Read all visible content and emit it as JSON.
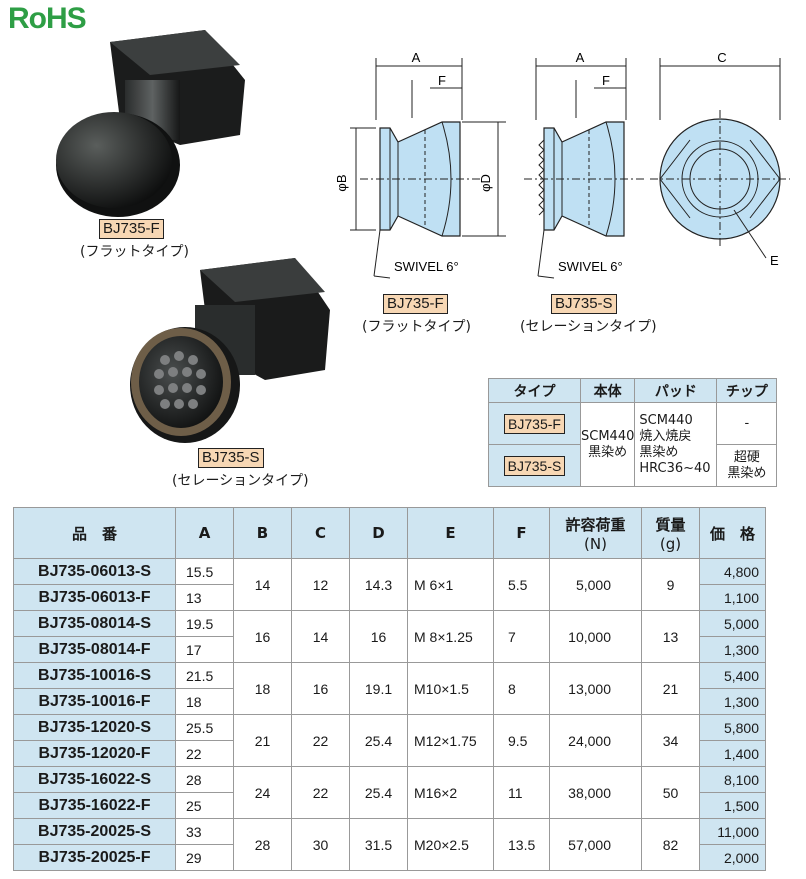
{
  "logo": {
    "text": "RoHS"
  },
  "photos": [
    {
      "code": "BJ735-F",
      "desc": "(フラットタイプ)"
    },
    {
      "code": "BJ735-S",
      "desc": "(セレーションタイプ)"
    }
  ],
  "drawing": {
    "dim_a": "A",
    "dim_f": "F",
    "dim_c": "C",
    "dim_b": "φB",
    "dim_d": "φD",
    "dim_e": "E",
    "swivel": "SWIVEL 6°",
    "left_code": "BJ735-F",
    "left_desc": "(フラットタイプ)",
    "right_code": "BJ735-S",
    "right_desc": "(セレーションタイプ)"
  },
  "materials": {
    "headers": [
      "タイプ",
      "本体",
      "パッド",
      "チップ"
    ],
    "type_f": "BJ735-F",
    "type_s": "BJ735-S",
    "body": [
      "SCM440",
      "黒染め"
    ],
    "pad": [
      "SCM440",
      "焼入焼戻",
      "黒染め",
      "HRC36~40"
    ],
    "tip_f": "-",
    "tip_s": [
      "超硬",
      "黒染め"
    ]
  },
  "spec": {
    "headers": {
      "part": "品　番",
      "a": "A",
      "b": "B",
      "c": "C",
      "d": "D",
      "e": "E",
      "f": "F",
      "load": "許容荷重",
      "load_unit": "(N)",
      "mass": "質量",
      "mass_unit": "(g)",
      "price": "価　格"
    },
    "groups": [
      {
        "b": "14",
        "c": "12",
        "d": "14.3",
        "e": "M 6×1",
        "f": "5.5",
        "load": "5,000",
        "mass": "9",
        "rows": [
          {
            "part": "BJ735-06013-S",
            "a": "15.5",
            "price": "4,800"
          },
          {
            "part": "BJ735-06013-F",
            "a": "13",
            "price": "1,100"
          }
        ]
      },
      {
        "b": "16",
        "c": "14",
        "d": "16",
        "e": "M 8×1.25",
        "f": "7",
        "load": "10,000",
        "mass": "13",
        "rows": [
          {
            "part": "BJ735-08014-S",
            "a": "19.5",
            "price": "5,000"
          },
          {
            "part": "BJ735-08014-F",
            "a": "17",
            "price": "1,300"
          }
        ]
      },
      {
        "b": "18",
        "c": "16",
        "d": "19.1",
        "e": "M10×1.5",
        "f": "8",
        "load": "13,000",
        "mass": "21",
        "rows": [
          {
            "part": "BJ735-10016-S",
            "a": "21.5",
            "price": "5,400"
          },
          {
            "part": "BJ735-10016-F",
            "a": "18",
            "price": "1,300"
          }
        ]
      },
      {
        "b": "21",
        "c": "22",
        "d": "25.4",
        "e": "M12×1.75",
        "f": "9.5",
        "load": "24,000",
        "mass": "34",
        "rows": [
          {
            "part": "BJ735-12020-S",
            "a": "25.5",
            "price": "5,800"
          },
          {
            "part": "BJ735-12020-F",
            "a": "22",
            "price": "1,400"
          }
        ]
      },
      {
        "b": "24",
        "c": "22",
        "d": "25.4",
        "e": "M16×2",
        "f": "11",
        "load": "38,000",
        "mass": "50",
        "rows": [
          {
            "part": "BJ735-16022-S",
            "a": "28",
            "price": "8,100"
          },
          {
            "part": "BJ735-16022-F",
            "a": "25",
            "price": "1,500"
          }
        ]
      },
      {
        "b": "28",
        "c": "30",
        "d": "31.5",
        "e": "M20×2.5",
        "f": "13.5",
        "load": "57,000",
        "mass": "82",
        "rows": [
          {
            "part": "BJ735-20025-S",
            "a": "33",
            "price": "11,000"
          },
          {
            "part": "BJ735-20025-F",
            "a": "29",
            "price": "2,000"
          }
        ]
      }
    ]
  }
}
